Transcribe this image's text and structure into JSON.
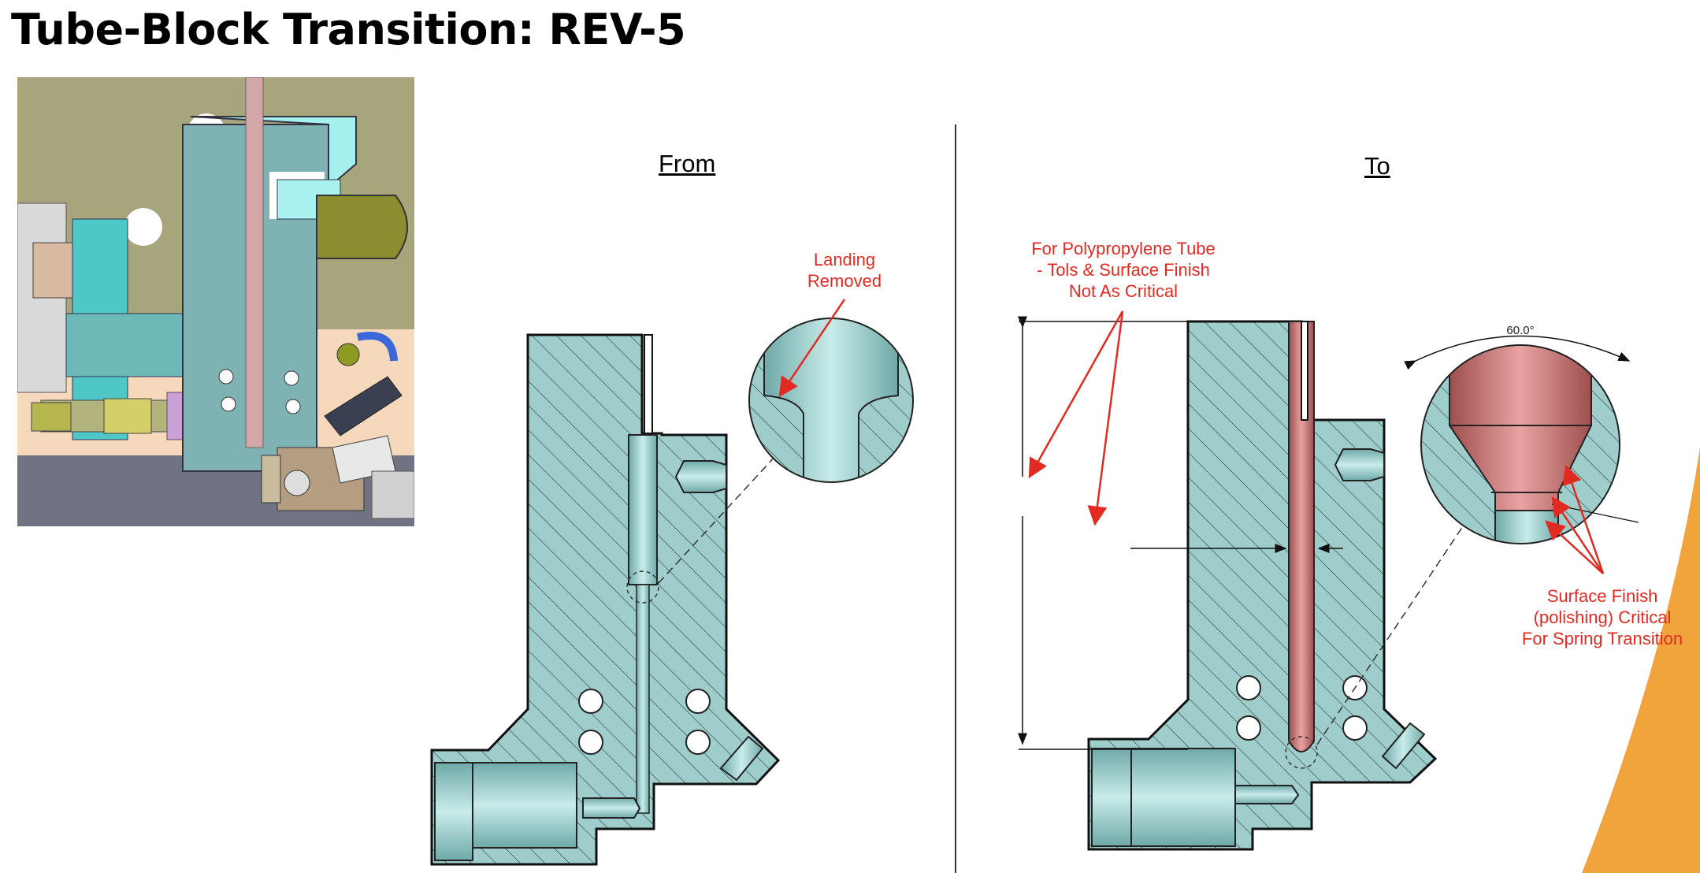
{
  "page": {
    "title": "Tube-Block Transition: REV-5"
  },
  "colors": {
    "part_fill": "#9fcdcb",
    "tube_fill": "#c77a78",
    "callout_red": "#e12b22",
    "accent_orange": "#f2a43c"
  },
  "views": {
    "from_label": "From",
    "to_label": "To"
  },
  "callouts": {
    "landing": [
      "Landing",
      "Removed"
    ],
    "polypropylene": [
      "For Polypropylene Tube",
      "- Tols & Surface Finish",
      "Not As Critical"
    ],
    "surface_finish": [
      "Surface Finish",
      "(polishing) Critical",
      "For Spring Transition"
    ]
  },
  "dimensions": {
    "cone_angle": "60.0°"
  }
}
